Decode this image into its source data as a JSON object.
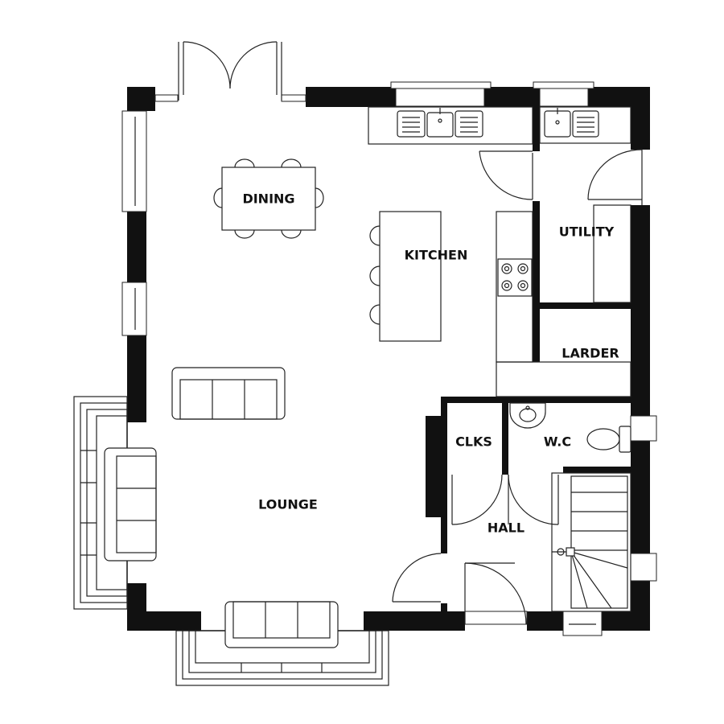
{
  "rooms": {
    "dining": "DINING",
    "kitchen": "KITCHEN",
    "utility": "UTILITY",
    "larder": "LARDER",
    "lounge": "LOUNGE",
    "clks": "CLKS",
    "wc": "W.C",
    "hall": "HALL"
  },
  "colors": {
    "wall": "#111111",
    "line": "#222222",
    "background": "#ffffff"
  }
}
